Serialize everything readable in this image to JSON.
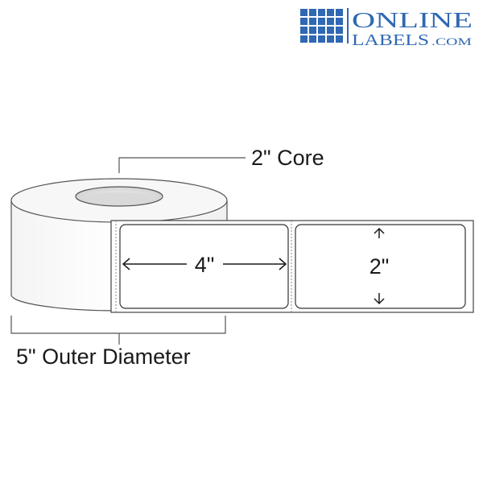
{
  "logo": {
    "line1": "ONLINE",
    "line2": "LABELS",
    "suffix": ".COM",
    "color": "#2f68b3"
  },
  "diagram": {
    "core_label": "2\" Core",
    "outer_label": "5\" Outer Diameter",
    "width_label": "4\"",
    "height_label": "2\""
  }
}
